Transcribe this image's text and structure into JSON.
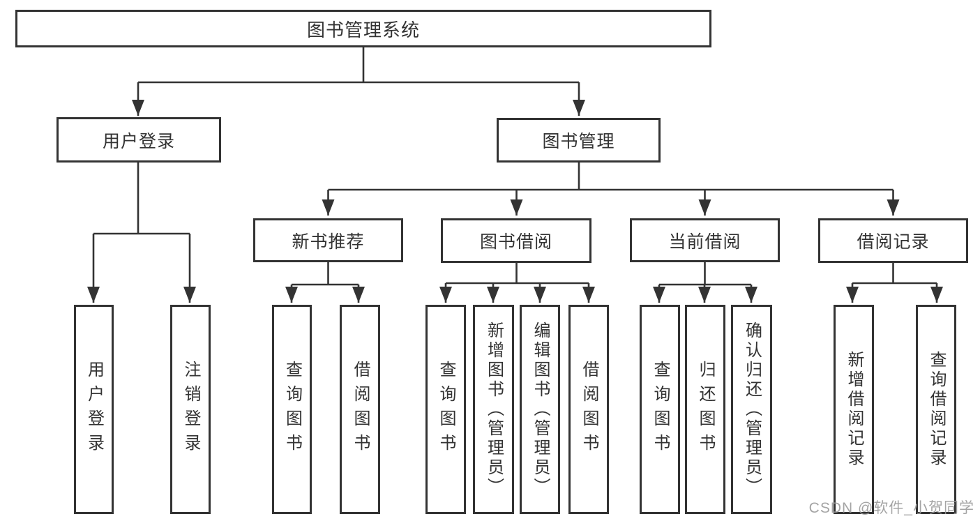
{
  "diagram": {
    "title_node": {
      "label": "图书管理系统"
    },
    "level2": [
      {
        "label": "用户登录"
      },
      {
        "label": "图书管理"
      }
    ],
    "level3": [
      {
        "label": "新书推荐",
        "parent": "图书管理"
      },
      {
        "label": "图书借阅",
        "parent": "图书管理"
      },
      {
        "label": "当前借阅",
        "parent": "图书管理"
      },
      {
        "label": "借阅记录",
        "parent": "图书管理"
      }
    ],
    "leaves": [
      {
        "label": "用户登录",
        "parent": "用户登录"
      },
      {
        "label": "注销登录",
        "parent": "用户登录"
      },
      {
        "label": "查询图书",
        "parent": "新书推荐"
      },
      {
        "label": "借阅图书",
        "parent": "新书推荐"
      },
      {
        "label": "查询图书",
        "parent": "图书借阅"
      },
      {
        "label": "新增图书（管理员）",
        "parent": "图书借阅"
      },
      {
        "label": "编辑图书（管理员）",
        "parent": "图书借阅"
      },
      {
        "label": "借阅图书",
        "parent": "图书借阅"
      },
      {
        "label": "查询图书",
        "parent": "当前借阅"
      },
      {
        "label": "归还图书",
        "parent": "当前借阅"
      },
      {
        "label": "确认归还（管理员）",
        "parent": "当前借阅"
      },
      {
        "label": "新增借阅记录",
        "parent": "借阅记录"
      },
      {
        "label": "查询借阅记录",
        "parent": "借阅记录"
      }
    ]
  },
  "watermark": {
    "text": "CSDN @软件_小贺同学"
  },
  "colors": {
    "line": "#333333",
    "box_border": "#333333",
    "text": "#333333",
    "background": "#ffffff",
    "watermark_text": "#9b9b9b"
  }
}
